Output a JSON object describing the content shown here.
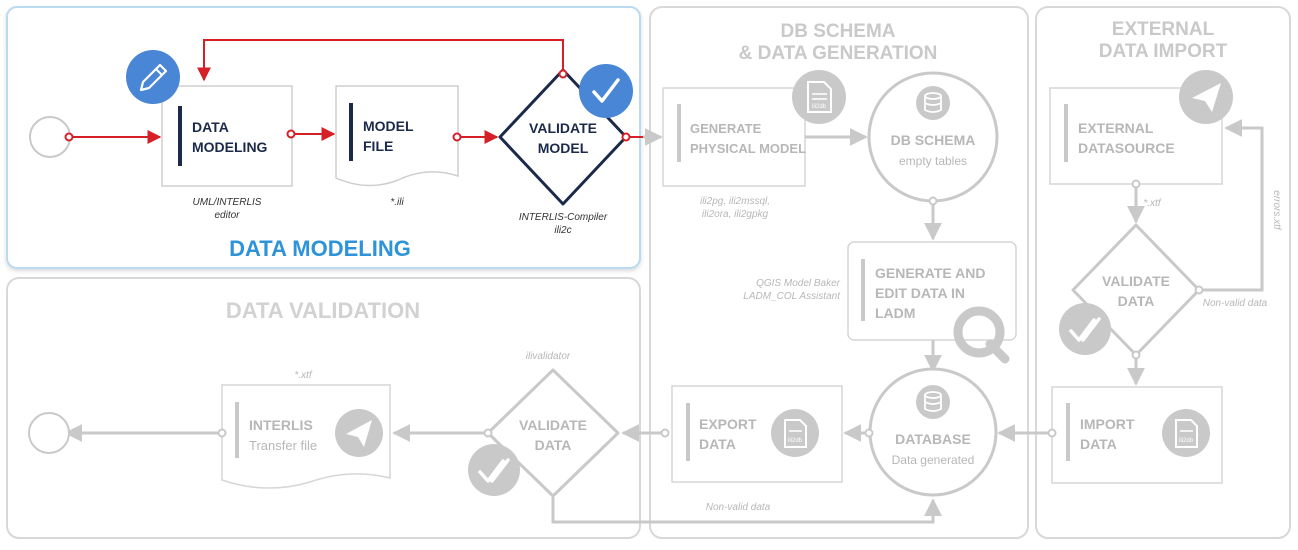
{
  "colors": {
    "active_red": "#d62027",
    "active_navy": "#1b2a4a",
    "active_blue": "#2f93d8",
    "badge_blue": "#4a86d6",
    "inactive_gray": "#c9c9c9",
    "inactive_text": "#b7b7b7",
    "panel_border": "#d8d8d8",
    "highlight_border": "#b9daf0"
  },
  "sections": {
    "data_modeling": {
      "title": "DATA MODELING"
    },
    "db_schema": {
      "title_line1": "DB SCHEMA",
      "title_line2": "& DATA GENERATION"
    },
    "external_import": {
      "title_line1": "EXTERNAL",
      "title_line2": "DATA IMPORT"
    },
    "data_validation": {
      "title": "DATA VALIDATION"
    }
  },
  "nodes": {
    "data_modeling": {
      "line1": "DATA",
      "line2": "MODELING",
      "caption1": "UML/INTERLIS",
      "caption2": "editor",
      "icon": "pencil-icon"
    },
    "model_file": {
      "line1": "MODEL",
      "line2": "FILE",
      "caption": "*.ili"
    },
    "validate_model": {
      "line1": "VALIDATE",
      "line2": "MODEL",
      "caption1": "INTERLIS-Compiler",
      "caption2": "ili2c",
      "icon": "check-icon"
    },
    "generate_physical": {
      "line1": "GENERATE",
      "line2": "PHYSICAL MODEL",
      "caption1": "ili2pg, ili2mssql,",
      "caption2": "ili2ora, ili2gpkg",
      "file_badge": "ili2db"
    },
    "db_schema": {
      "line1": "DB SCHEMA",
      "line2": "empty tables",
      "icon": "database-icon"
    },
    "generate_edit": {
      "line1": "GENERATE AND",
      "line2": "EDIT DATA IN",
      "line3": "LADM",
      "caption1": "QGIS Model Baker",
      "caption2": "LADM_COL Assistant",
      "icon": "qgis-icon"
    },
    "database": {
      "line1": "DATABASE",
      "line2": "Data generated",
      "icon": "database-icon"
    },
    "export_data": {
      "line1": "EXPORT",
      "line2": "DATA",
      "file_badge": "ili2db"
    },
    "validate_data_mid": {
      "line1": "VALIDATE",
      "line2": "DATA",
      "caption": "ilivalidator",
      "icon": "double-check-icon"
    },
    "interlis_transfer": {
      "line1": "INTERLIS",
      "line2": "Transfer file",
      "caption": "*.xtf",
      "icon": "paper-plane-icon"
    },
    "external_datasource": {
      "line1": "EXTERNAL",
      "line2": "DATASOURCE",
      "icon": "paper-plane-icon"
    },
    "validate_data_ext": {
      "line1": "VALIDATE",
      "line2": "DATA",
      "caption_in": "*.xtf",
      "caption_loop": "errors.xtf",
      "caption_invalid": "Non-valid data",
      "icon": "double-check-icon"
    },
    "import_data": {
      "line1": "IMPORT",
      "line2": "DATA",
      "file_badge": "ili2db"
    },
    "nonvalid_bottom": {
      "label": "Non-valid data"
    }
  }
}
